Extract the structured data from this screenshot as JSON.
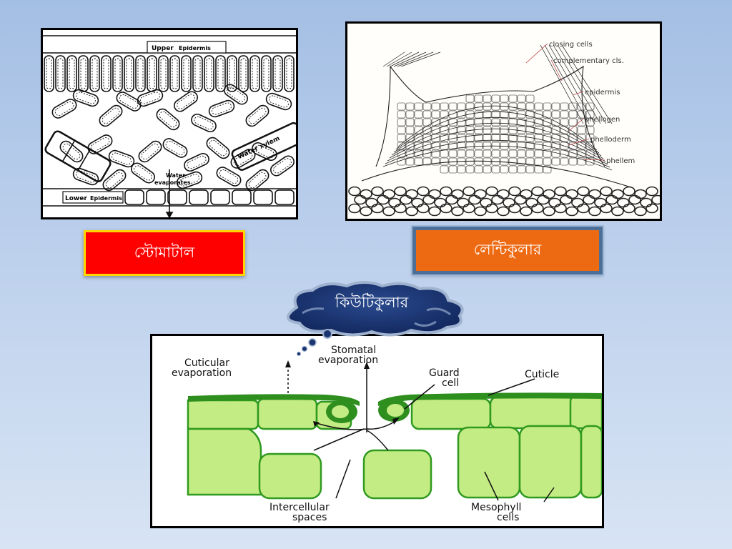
{
  "stomatal_diagram": {
    "upper_label": "Upper",
    "upper_label2": "Epidermis",
    "lower_label": "Lower",
    "lower_label2": "Epidermis",
    "water_label": "Water",
    "evaporates_label": "evaporates",
    "xylem_label": "Water xylem"
  },
  "lenticel_diagram": {
    "labels": [
      "closing cells",
      "complementary cls.",
      "epidermis",
      "phellogen",
      "phelloderm",
      "phellem"
    ]
  },
  "cuticle_diagram": {
    "cuticular_line1": "Cuticular",
    "cuticular_line2": "evaporation",
    "stomatal_line1": "Stomatal",
    "stomatal_line2": "evaporation",
    "guard_line1": "Guard",
    "guard_line2": "cell",
    "cuticle": "Cuticle",
    "intercellular_line1": "Intercellular",
    "intercellular_line2": "spaces",
    "mesophyll_line1": "Mesophyll",
    "mesophyll_line2": "cells"
  },
  "labels": {
    "stomatal": "স্টোমাটাল",
    "lenticular": "লেন্টিকুলার",
    "cuticular": "কিউটিকুলার"
  },
  "colors": {
    "stomatal_box": "#ff0000",
    "stomatal_border": "#ffd700",
    "lenticular_box": "#ee6a12",
    "lenticular_border": "#4b6f96",
    "cloud_fill": "#17306b",
    "cell_green": "#c4ec84",
    "cuticle_green": "#2e8f1e"
  }
}
